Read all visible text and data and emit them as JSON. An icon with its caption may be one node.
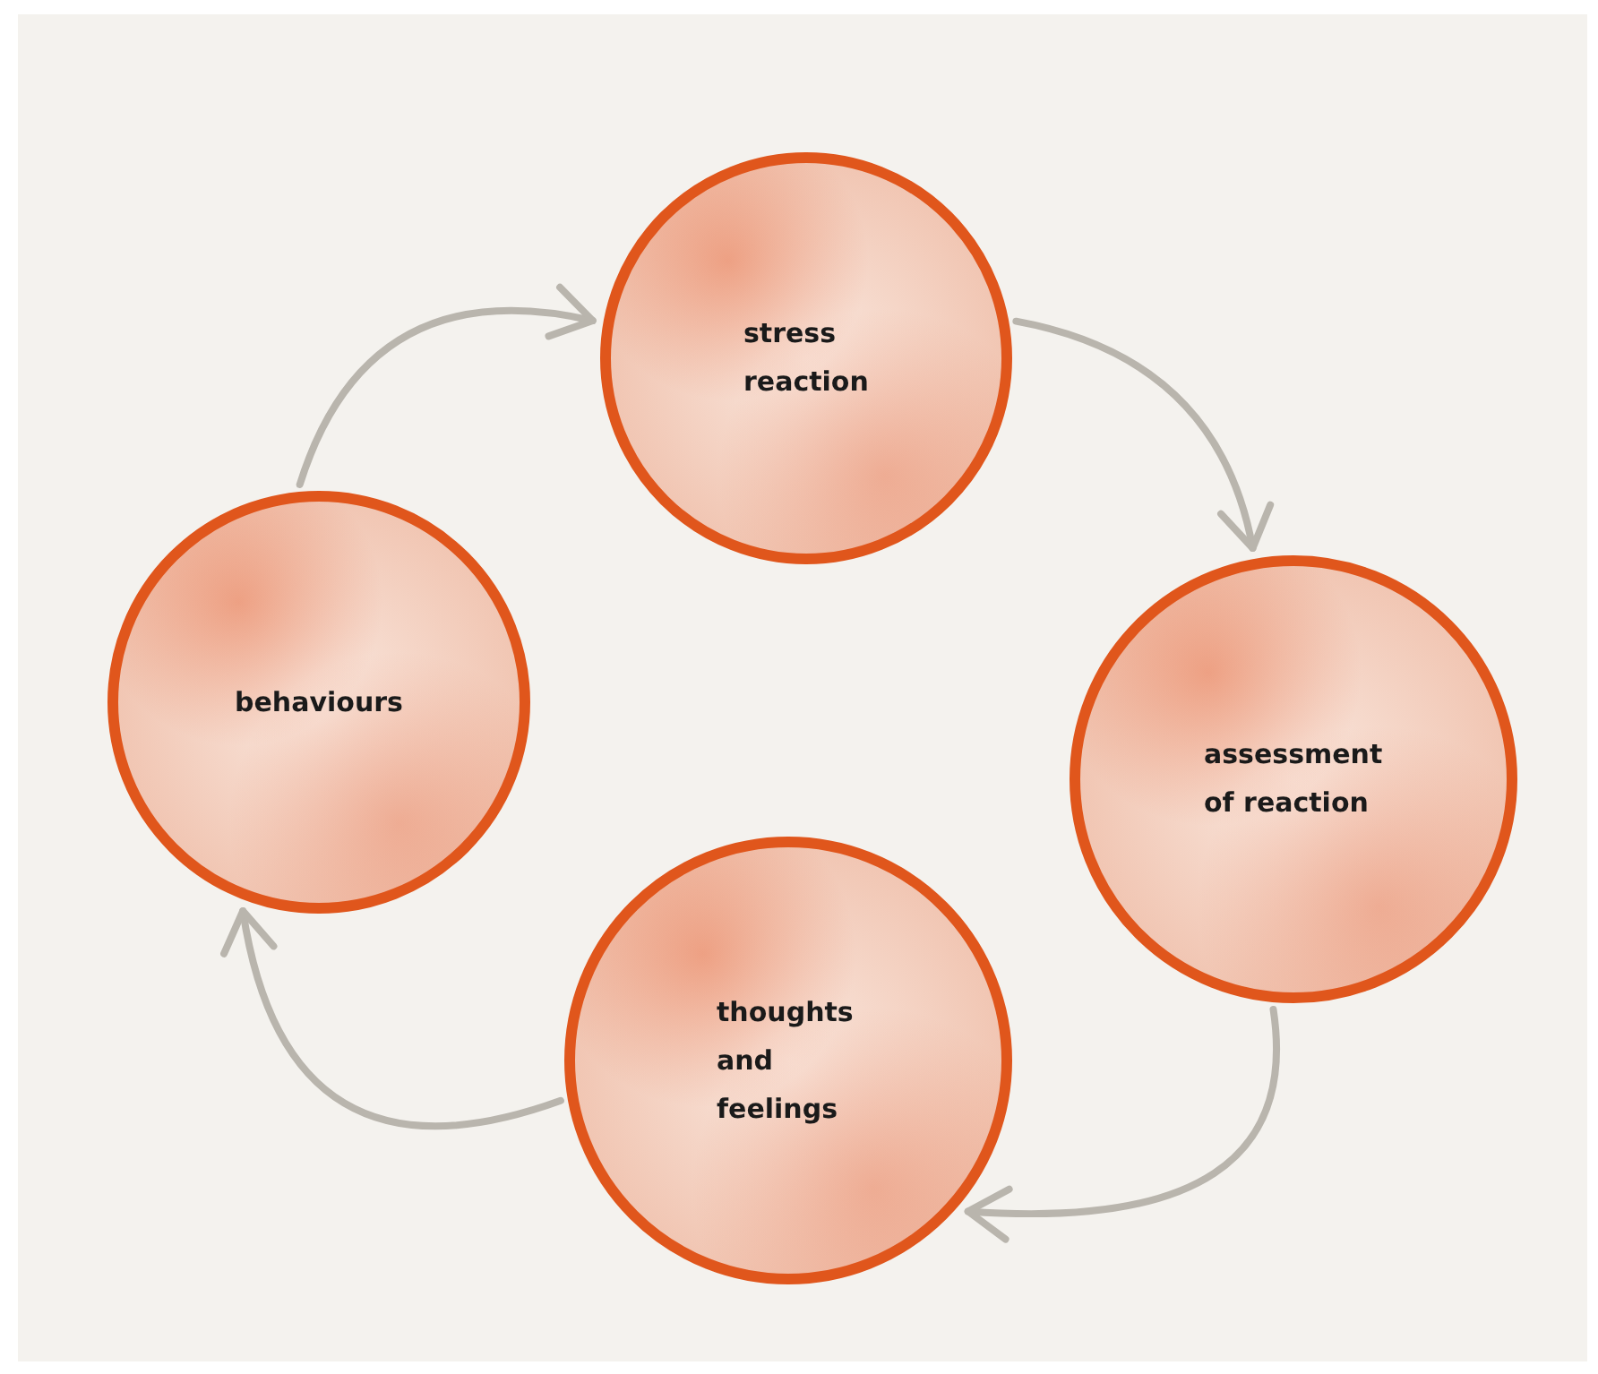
{
  "diagram": {
    "nodes": [
      {
        "text": [
          "stress reaction"
        ]
      },
      {
        "text": [
          "assessment of reaction"
        ]
      },
      {
        "text": [
          "thoughts and feelings"
        ]
      },
      {
        "text": [
          "behaviours"
        ]
      }
    ],
    "edges": [
      {
        "from": 3,
        "to": 0,
        "arrow": "to"
      },
      {
        "from": 0,
        "to": 1,
        "arrow": "to"
      },
      {
        "from": 1,
        "to": 2,
        "arrow": "to"
      },
      {
        "from": 2,
        "to": 3,
        "arrow": "to"
      }
    ]
  }
}
